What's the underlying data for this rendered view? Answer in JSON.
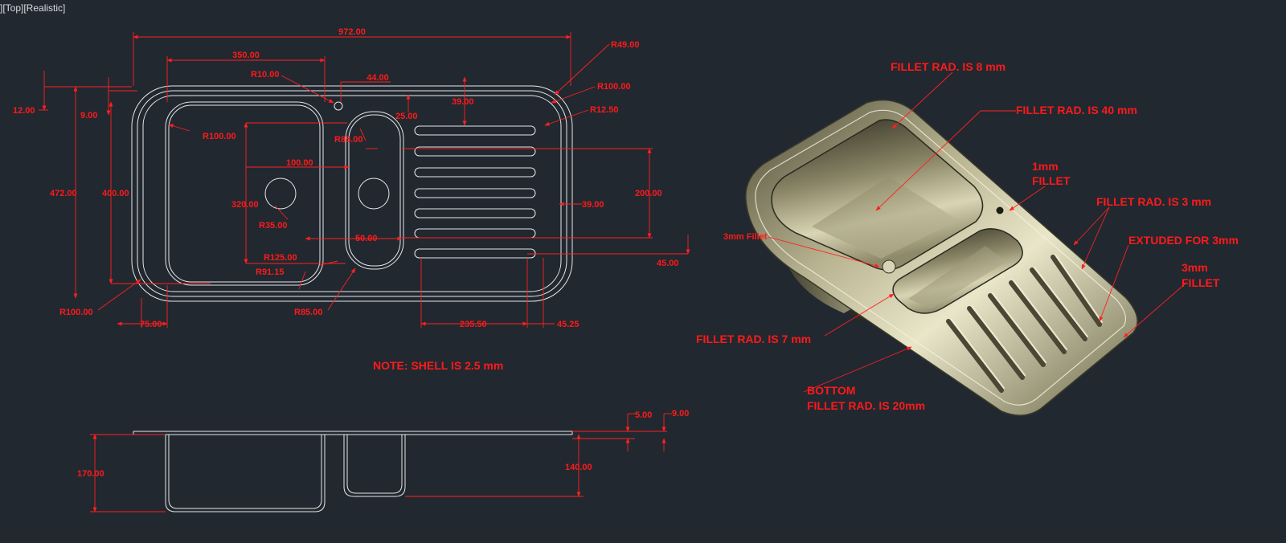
{
  "viewport_label": "][Top][Realistic]",
  "colors": {
    "background": "#212830",
    "geometry": "#e8e8e8",
    "annotation": "#ff1a1a"
  },
  "top_view_dims": {
    "overall_length": "972.00",
    "big_bowl_width": "350.00",
    "tap_hole_offset": "44.00",
    "tap_hole_radius": "R10.00",
    "outer_corner_radius": "R49.00",
    "corner_radius_100": "R100.00",
    "corner_radius_12_5": "R12.50",
    "rim_12": "12.00",
    "rim_9": "9.00",
    "drainer_offset_39": "39.00",
    "gap_25": "25.00",
    "bowl_radius_100": "R100.00",
    "small_bowl_radius_85": "R85.00",
    "waste_spacing_100": "100.00",
    "overall_width": "472.00",
    "bowl_depth_400": "400.00",
    "bowl_length_320": "320.00",
    "waste_radius": "R35.00",
    "drainer_width_200": "200.00",
    "drainer_edge_39": "39.00",
    "gap_50": "50.00",
    "radius_125": "R125.00",
    "radius_91_15": "R91.15",
    "dim_45": "45.00",
    "radius_100_bottom": "R100.00",
    "radius_85_bottom": "R85.00",
    "offset_75": "75.00",
    "drainer_length": "235.50",
    "drainer_end": "45.25"
  },
  "note": "NOTE: SHELL IS 2.5 mm",
  "front_view_dims": {
    "flange_5": "5.00",
    "flange_9": "9.00",
    "big_bowl_depth": "170.00",
    "small_bowl_depth": "140.00"
  },
  "iso_callouts": {
    "fillet_8": "FILLET RAD. IS 8 mm",
    "fillet_40": "FILLET RAD. IS 40 mm",
    "fillet_1_line1": "1mm",
    "fillet_1_line2": "FILLET",
    "fillet_3": "FILLET RAD. IS 3 mm",
    "fillet_3mm_small": "3mm Fillet",
    "extruded": "EXTUDED FOR 3mm",
    "fillet_3_line1": "3mm",
    "fillet_3_line2": "FILLET",
    "fillet_7": "FILLET RAD. IS 7 mm",
    "bottom_line1": "BOTTOM",
    "bottom_line2": "FILLET RAD. IS 20mm"
  }
}
